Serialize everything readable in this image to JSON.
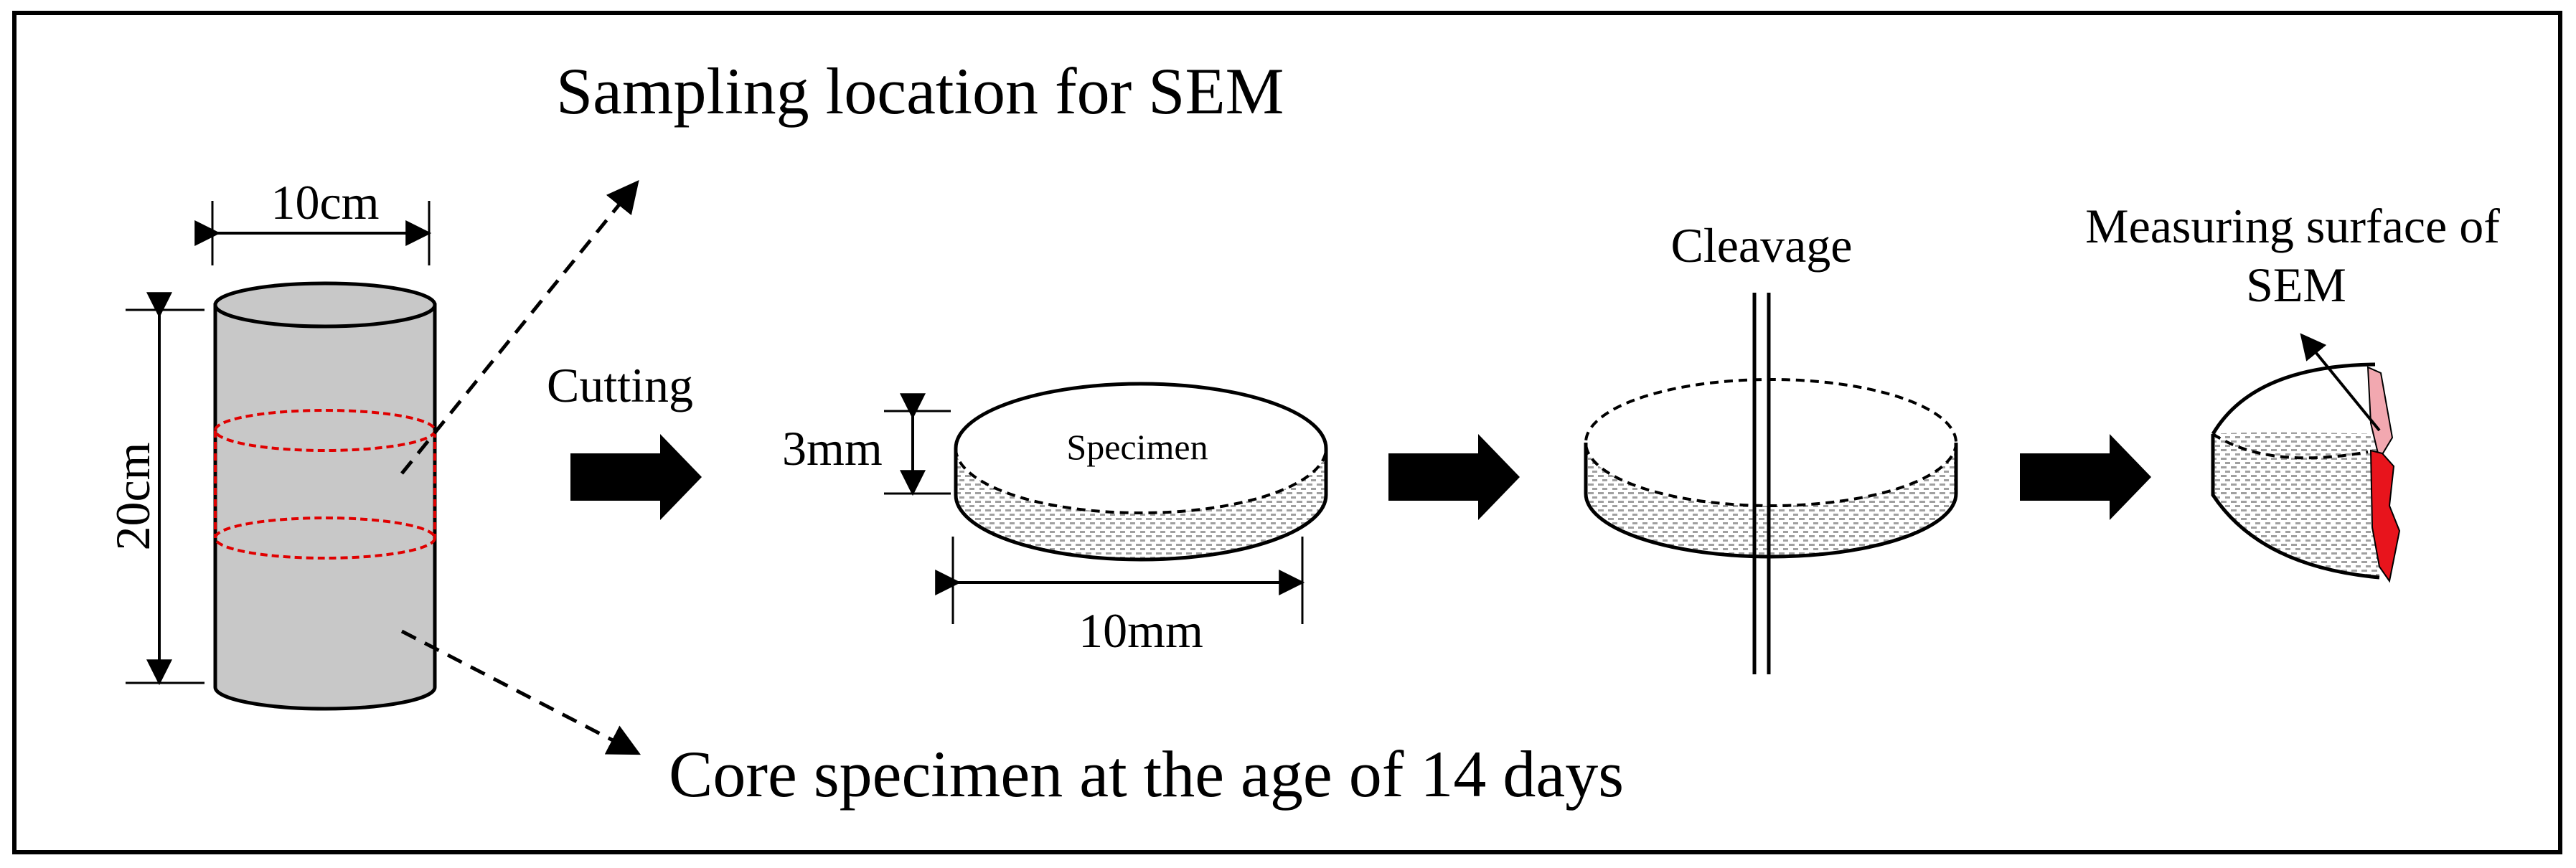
{
  "labels": {
    "sampling_location": "Sampling location for SEM",
    "core_specimen": "Core specimen at the age of 14 days",
    "cylinder_width": "10cm",
    "cylinder_height": "20cm",
    "cutting": "Cutting",
    "specimen": "Specimen",
    "disk_thickness": "3mm",
    "disk_diameter": "10mm",
    "cleavage": "Cleavage",
    "measuring_surface_line1": "Measuring surface of",
    "measuring_surface_line2": "SEM"
  },
  "colors": {
    "line": "#000000",
    "cylinder_fill": "#c8c8c8",
    "sample_band": "#e00000",
    "hatch": "#9a9a9a",
    "fracture_red": "#e8141c",
    "fracture_pink": "#f2a8b0"
  }
}
